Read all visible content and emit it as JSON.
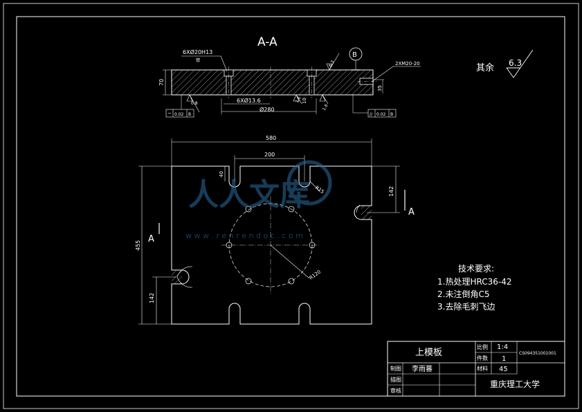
{
  "section": {
    "title": "A-A",
    "hole_callout_top": "6XØ20H13",
    "hole_callout_top_sub": "锪",
    "hole_callout_bottom": "6XØ13.6",
    "circle_dia": "Ø280",
    "height": "70",
    "depth": "10",
    "side_hole": "2XM20-20",
    "side_dim": "35",
    "roughness_top": "6.3",
    "roughness_left": "0.8",
    "roughness_bottom": "1.6",
    "roughness_right": "1.6",
    "datum": "B",
    "tol_left": "0.02",
    "tol_left_ref": "B",
    "tol_right": "0.02",
    "tol_right_ref": "B"
  },
  "surface_note": {
    "label": "其余",
    "value": "6.3"
  },
  "plan": {
    "width_dim": "580",
    "slot_span_dim": "200",
    "slot_depth_dim": "40",
    "height_dim": "455",
    "right_offset_dim": "142",
    "left_offset_dim": "142",
    "slot_radius": "R15",
    "bolt_radius": "R120",
    "section_mark": "A"
  },
  "requirements": {
    "title": "技术要求:",
    "items": [
      "1.热处理HRC36-42",
      "2.未注倒角C5",
      "3.去除毛刺飞边"
    ]
  },
  "title_block": {
    "part_name": "上模板",
    "scale_label": "比例",
    "scale_value": "1:4",
    "qty_label": "件数",
    "qty_value": "1",
    "material_label": "材料",
    "material_value": "45",
    "drawing_no": "CS094351001001",
    "drawn_label": "制图",
    "drawn_name": "李雨蕃",
    "design_label": "描图",
    "review_label": "审核",
    "school": "重庆理工大学"
  },
  "watermark": {
    "text": "人人文库",
    "url": "w w w . r e n r e n d o c . c o m"
  }
}
